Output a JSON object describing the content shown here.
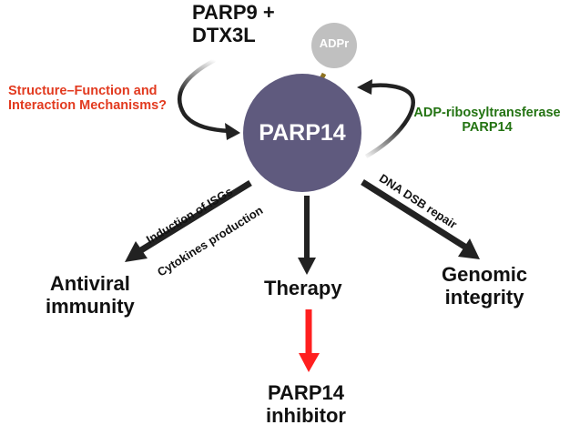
{
  "central_node": {
    "label": "PARP14",
    "color": "#5f5a7e"
  },
  "modification": {
    "label": "ADPr",
    "color": "#c0c0c0",
    "linker_color": "#8f7320"
  },
  "partners": {
    "line1": "PARP9 +",
    "line2": "DTX3L"
  },
  "question": {
    "line1": "Structure–Function and",
    "line2": "Interaction Mechanisms?",
    "color": "#e23a1f"
  },
  "enzyme": {
    "line1": "ADP-ribosyltransferase",
    "line2": "PARP14",
    "color": "#237312"
  },
  "outcomes": {
    "antiviral": {
      "line1": "Antiviral",
      "line2": "immunity",
      "arrow_label_top": "Induction of ISGs",
      "arrow_label_bottom": "Cytokines production"
    },
    "therapy": {
      "label": "Therapy"
    },
    "genomic": {
      "line1": "Genomic",
      "line2": "integrity",
      "arrow_label": "DNA DSB repair"
    },
    "inhibitor": {
      "line1": "PARP14",
      "line2": "inhibitor",
      "arrow_color": "#ff1f1f"
    }
  }
}
